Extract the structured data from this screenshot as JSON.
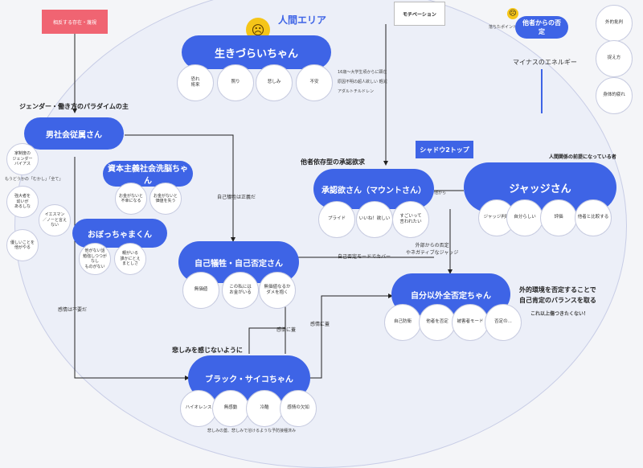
{
  "area_title": "人間エリア",
  "top_left_box": "相反する存在・蔑視",
  "top_box": "モチベーション",
  "denial": {
    "note": "落ちたポイント",
    "title": "他者からの否定",
    "energy": "マイナスのエネルギー"
  },
  "right_circles": [
    "外的批判",
    "捉え方",
    "身体的疲れ"
  ],
  "ikizurai": {
    "title": "生きづらいちゃん",
    "bubbles": [
      "恐れ\n将来",
      "照り",
      "悲しみ",
      "不安"
    ],
    "notes": [
      "16歳～大学生頃からに顕在",
      "原因不明の超人欲しい 軽減",
      "アダルトチルドレン"
    ]
  },
  "paradigm_heading": "ジェンダー・働き方のパラダイムの主",
  "otoko": {
    "title": "男社会従属さん",
    "bubbles": [
      "家制度の\nジェンダー\nバイアス",
      "強大者を\n幼いが\nあるしな",
      "優しいことを\n他がやる"
    ],
    "note": "もうどうかの「むかし」「全て」",
    "side_bubble": "イエスマン\n／ノーと言えない"
  },
  "shihon": {
    "title": "資本主義社会洗脳ちゃん",
    "bubbles": [
      "お金がないと\n不幸になる",
      "お金がないと\n価値を失う"
    ]
  },
  "obocchama": {
    "title": "おぼっちゃまくん",
    "bubbles": [
      "他がない話\n勉強しつつがなし\nものがない",
      "親がいる\n誰かにとえ\nまとしさ"
    ]
  },
  "jiko": {
    "title": "自己犠牲・自己否定さん",
    "bubbles": [
      "無価値",
      "この私には\nお金がいる",
      "無価値なるか\nダメを抱く"
    ]
  },
  "shonin": {
    "heading": "他者依存型の承認欲求",
    "title": "承認欲さん（マウントさん）",
    "bubbles": [
      "プライド",
      "いいね！欲しい",
      "すごいって\n言われたい"
    ]
  },
  "shadow_box": "シャドウ2トップ",
  "judge": {
    "heading": "人間関係の前提になっている者",
    "title": "ジャッジさん",
    "bubbles": [
      "ジャッジ判断",
      "自分らしい",
      "評価",
      "他者と比較する"
    ]
  },
  "ijigai": {
    "title": "自分以外全否定ちゃん",
    "bubbles": [
      "自己防衛",
      "他者を否定",
      "被害者モード",
      "否定の..."
    ],
    "right_heading_1": "外的環境を否定することで",
    "right_heading_2": "自己肯定のバランスを取る",
    "right_note": "これ以上傷つきたくない！"
  },
  "black": {
    "heading": "悲しみを感じないように",
    "title": "ブラック・サイコちゃん",
    "bubbles": [
      "ハイオレンス",
      "無感動",
      "冷酷",
      "感情の欠如"
    ],
    "footer": "悲しみの蓋、悲しみで溶けるような予防接種済み"
  },
  "edge_labels": {
    "self_sacrifice": "自己犠牲は正義だ",
    "feelings_unneeded": "感情は不要だ",
    "cover": "自己否定モードでカバー",
    "external": "外部からの否定\nやネガティブなジャッジ",
    "feel_1": "感情に蓋",
    "feel_2": "感情に蓋",
    "kyokuji": "他から"
  },
  "colors": {
    "accent": "#3e64e6",
    "red": "#f06472",
    "emoji": "#f5c518"
  }
}
